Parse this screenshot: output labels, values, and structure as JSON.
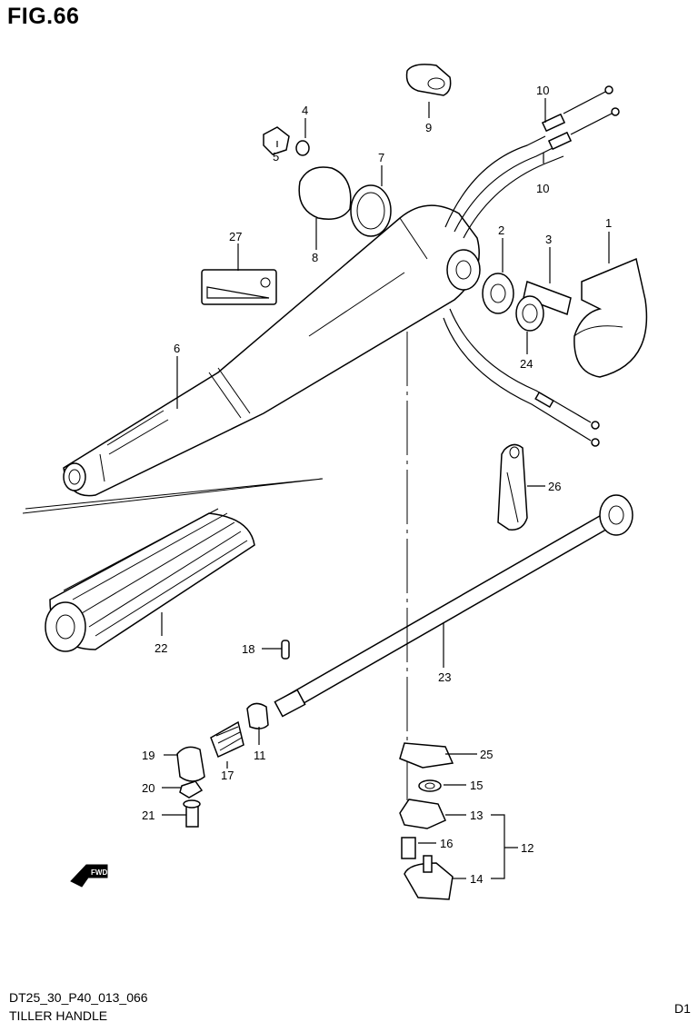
{
  "figure": {
    "title": "FIG.66"
  },
  "footer": {
    "code": "DT25_30_P40_013_066",
    "name": "TILLER HANDLE",
    "edge_mark": "D1"
  },
  "icons": {
    "forward_arrow": "fwd-arrow-icon",
    "fwd_text": "FWD"
  },
  "callouts": {
    "c1": "1",
    "c2": "2",
    "c3": "3",
    "c4": "4",
    "c5": "5",
    "c6": "6",
    "c7": "7",
    "c8": "8",
    "c9": "9",
    "c10a": "10",
    "c10b": "10",
    "c11": "11",
    "c12": "12",
    "c13": "13",
    "c14": "14",
    "c15": "15",
    "c16": "16",
    "c17": "17",
    "c18": "18",
    "c19": "19",
    "c20": "20",
    "c21": "21",
    "c22": "22",
    "c23": "23",
    "c24": "24",
    "c25": "25",
    "c26": "26",
    "c27": "27"
  }
}
